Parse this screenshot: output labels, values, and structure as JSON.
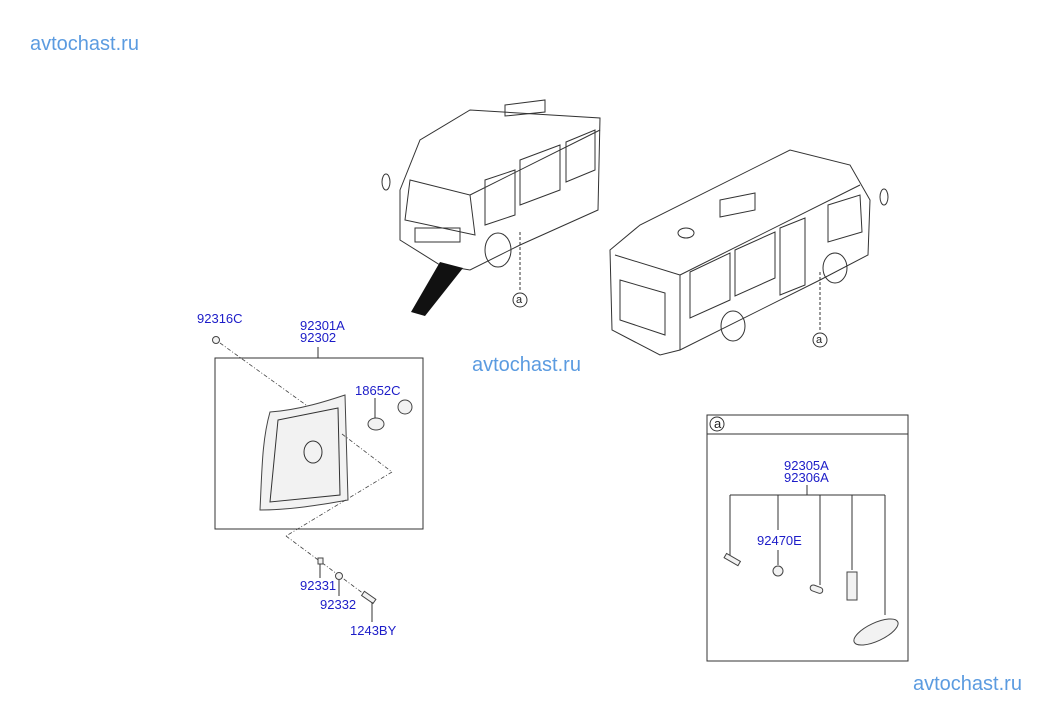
{
  "watermarks": [
    "avtochast.ru",
    "avtochast.ru",
    "avtochast.ru"
  ],
  "callout_marker": "a",
  "labels": {
    "p92316C": "92316C",
    "p92301A": "92301A",
    "p92302": "92302",
    "p18652C": "18652C",
    "p92331": "92331",
    "p92332": "92332",
    "p1243BY": "1243BY",
    "p92305A": "92305A",
    "p92306A": "92306A",
    "p92470E": "92470E"
  },
  "colors": {
    "label": "#1c1cc8",
    "watermark": "#5b9be0"
  }
}
